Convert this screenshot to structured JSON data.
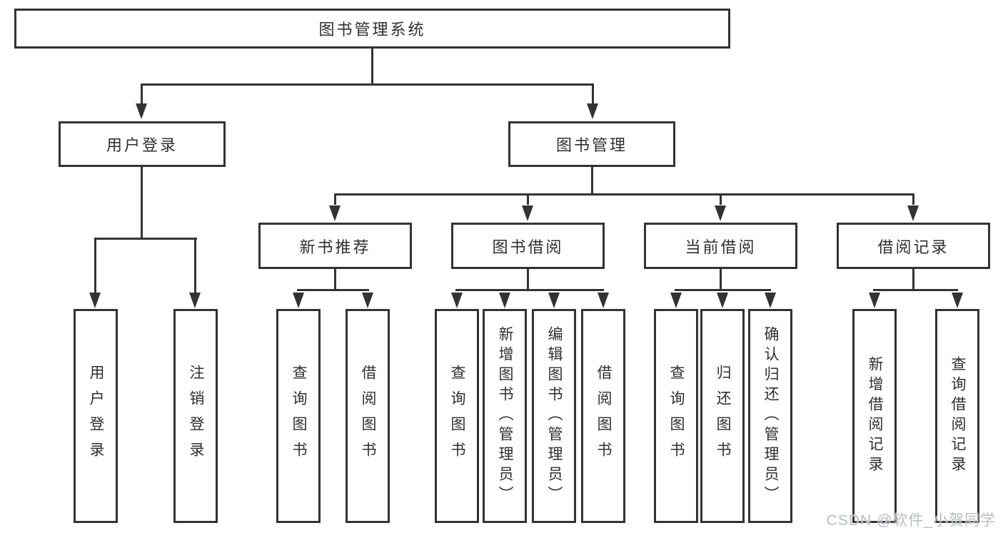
{
  "colors": {
    "line": "#333333",
    "box_border": "#333333",
    "text": "#2f2f2f",
    "watermark": "#b9bcbe",
    "background": "#ffffff"
  },
  "tree": {
    "root": {
      "label": "图书管理系统"
    },
    "branches": [
      {
        "label": "用户登录",
        "children": [
          {
            "label": "用户登录"
          },
          {
            "label": "注销登录"
          }
        ]
      },
      {
        "label": "图书管理",
        "children": [
          {
            "label": "新书推荐",
            "children": [
              {
                "label": "查询图书"
              },
              {
                "label": "借阅图书"
              }
            ]
          },
          {
            "label": "图书借阅",
            "children": [
              {
                "label": "查询图书"
              },
              {
                "label": "新增图书（管理员）"
              },
              {
                "label": "编辑图书（管理员）"
              },
              {
                "label": "借阅图书"
              }
            ]
          },
          {
            "label": "当前借阅",
            "children": [
              {
                "label": "查询图书"
              },
              {
                "label": "归还图书"
              },
              {
                "label": "确认归还（管理员）"
              }
            ]
          },
          {
            "label": "借阅记录",
            "children": [
              {
                "label": "新增借阅记录"
              },
              {
                "label": "查询借阅记录"
              }
            ]
          }
        ]
      }
    ]
  },
  "watermark": "CSDN @软件_小贺同学"
}
